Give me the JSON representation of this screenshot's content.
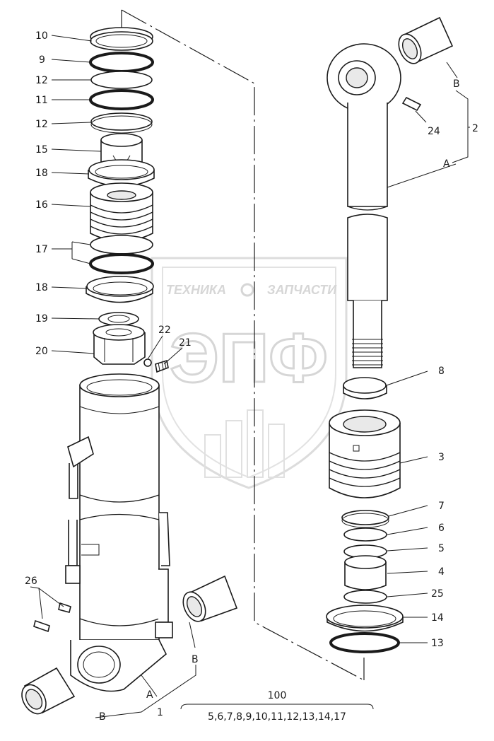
{
  "labels": {
    "l10": "10",
    "l9": "9",
    "l12a": "12",
    "l11": "11",
    "l12b": "12",
    "l15": "15",
    "l18a": "18",
    "l16": "16",
    "l17": "17",
    "l18b": "18",
    "l19": "19",
    "l20": "20",
    "l22": "22",
    "l21": "21",
    "l26": "26",
    "lA1": "A",
    "lB1": "B",
    "lB2": "B",
    "l1": "1",
    "lB3": "B",
    "l2": "2",
    "lA2": "A",
    "l24": "24",
    "l8": "8",
    "l3": "3",
    "l7": "7",
    "l6": "6",
    "l5": "5",
    "l4": "4",
    "l25": "25",
    "l14": "14",
    "l13": "13"
  },
  "kit": {
    "number": "100",
    "contents": "5,6,7,8,9,10,11,12,13,14,17"
  },
  "watermark": {
    "line1_left": "ТЕХНИКА",
    "line1_right": "ЗАПЧАСТИ",
    "big": "ЭПФ"
  }
}
